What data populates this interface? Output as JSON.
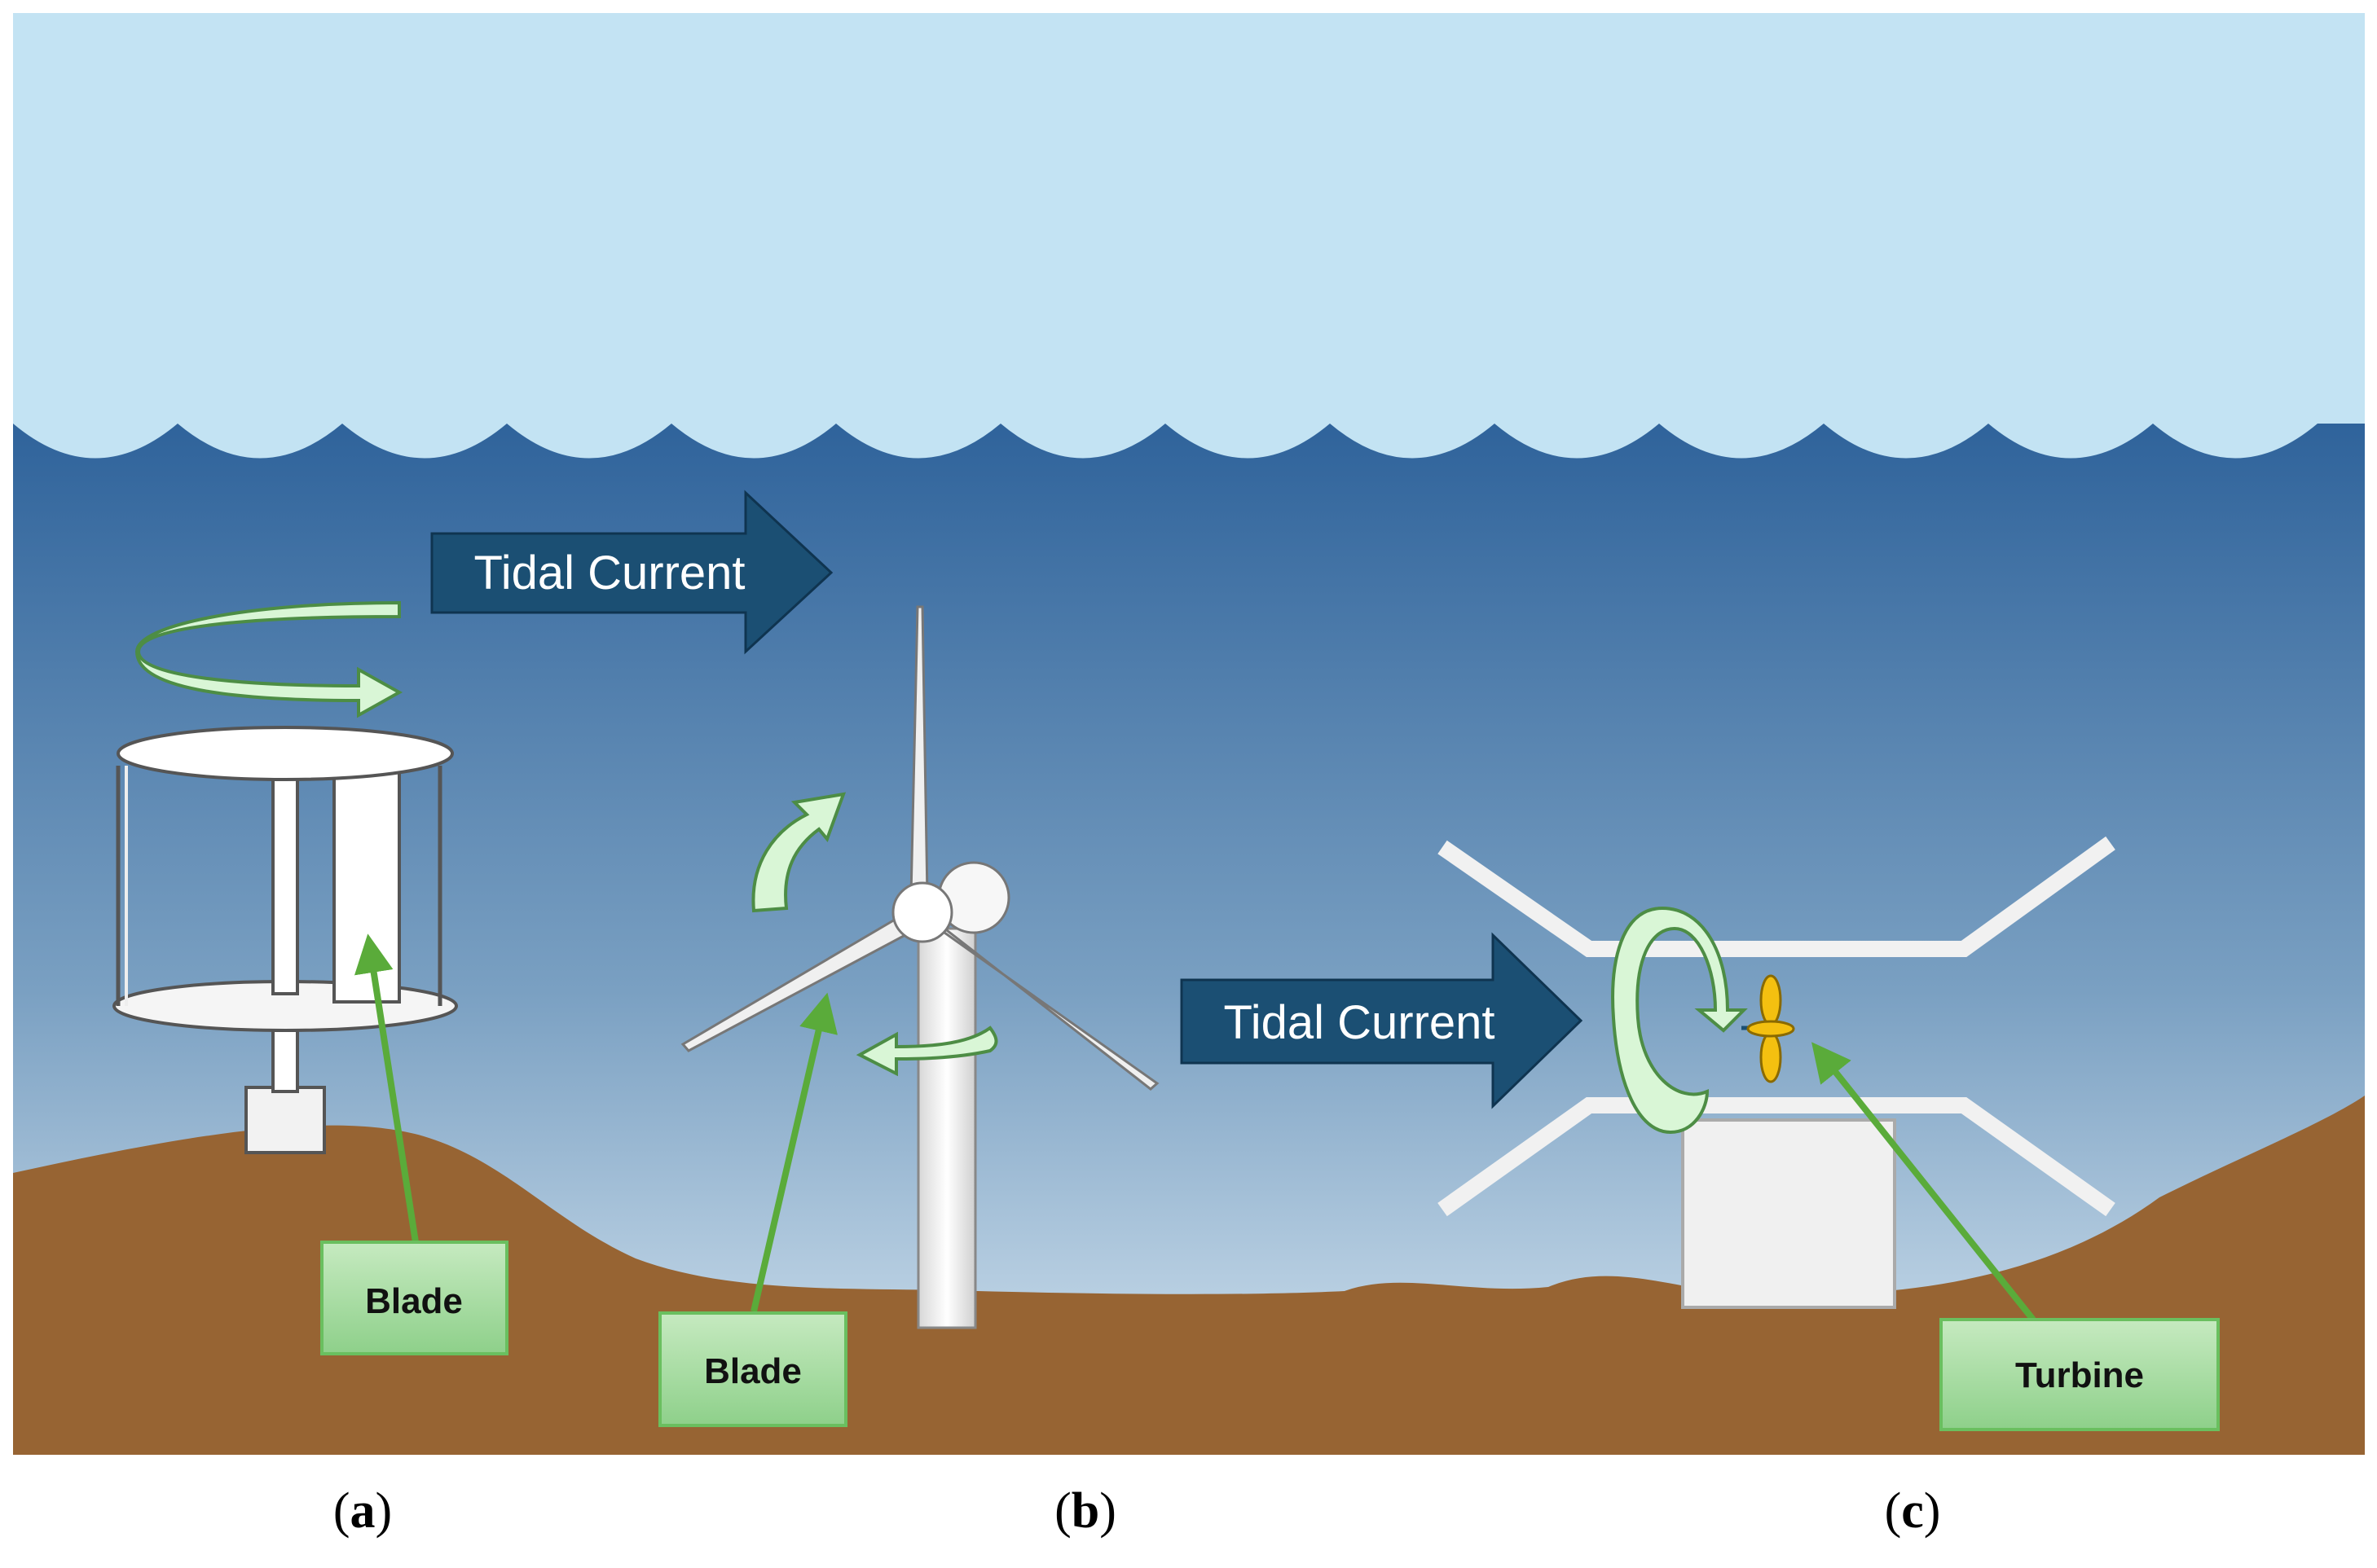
{
  "labels": {
    "current_top": "Tidal Current",
    "current_mid": "Tidal Current",
    "blade_a": "Blade",
    "blade_b": "Blade",
    "turbine_c": "Turbine"
  },
  "captions": {
    "a": "a",
    "b": "b",
    "c": "c"
  },
  "colors": {
    "sky": "#c3e3f3",
    "water_top": "#2f639b",
    "water_bottom": "#cfe0ee",
    "seabed": "#976433",
    "current_arrow": "#1b4f73",
    "label_box": "#9fd89a",
    "pointer": "#5aab3a",
    "rotation_arrow": "#d9f6d6",
    "turbine_rotor": "#f4c010"
  }
}
